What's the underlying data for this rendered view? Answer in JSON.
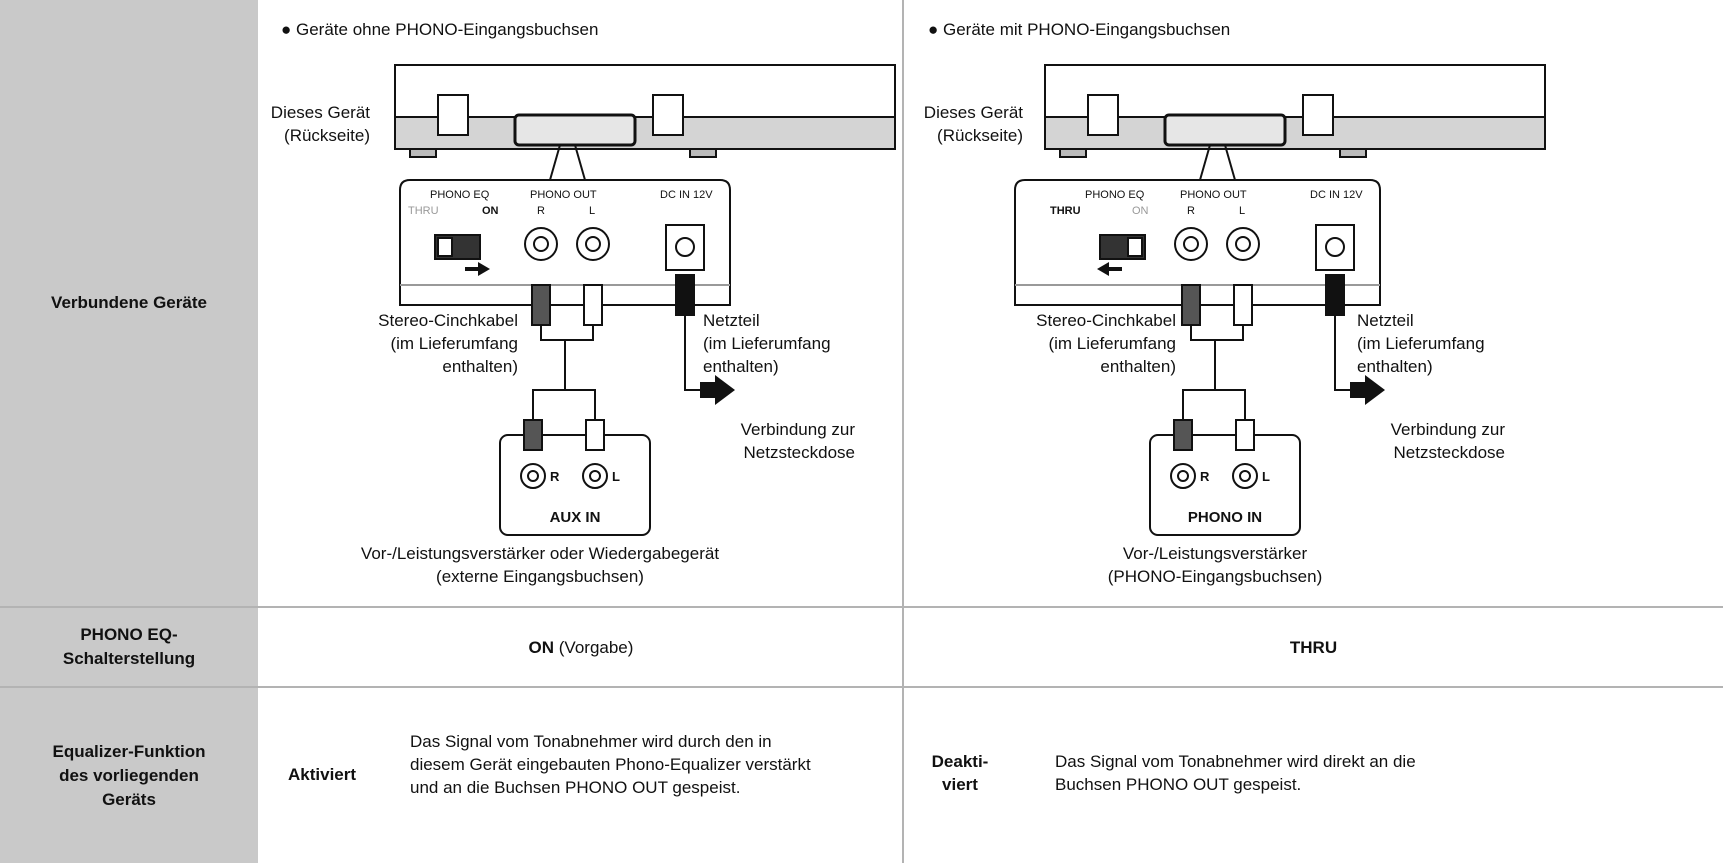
{
  "rows": {
    "connected_devices": "Verbundene Geräte",
    "switch_position": "PHONO EQ-\nSchalterstellung",
    "equalizer_function": "Equalizer-Funktion\ndes vorliegenden\nGeräts"
  },
  "left": {
    "heading": "Geräte ohne PHONO-Eingangsbuchsen",
    "this_device": "Dieses Gerät",
    "rear": "(Rückseite)",
    "panel": {
      "phono_eq": "PHONO EQ",
      "thru": "THRU",
      "on": "ON",
      "phono_out": "PHONO OUT",
      "dc_in": "DC IN 12V",
      "r": "R",
      "l": "L"
    },
    "cable": [
      "Stereo-Cinchkabel",
      "(im Lieferumfang",
      "enthalten)"
    ],
    "adapter": [
      "Netzteil",
      "(im Lieferumfang",
      "enthalten)"
    ],
    "outlet": [
      "Verbindung zur",
      "Netzsteckdose"
    ],
    "jack_label": "AUX IN",
    "jack_r": "R",
    "jack_l": "L",
    "amp": [
      "Vor-/Leistungsverstärker oder Wiedergabegerät",
      "(externe Eingangsbuchsen)"
    ],
    "switch_on": "ON",
    "switch_note": " (Vorgabe)",
    "status": "Aktiviert",
    "description": [
      "Das Signal vom Tonabnehmer wird durch den in",
      "diesem Gerät eingebauten Phono-Equalizer verstärkt",
      "und an die Buchsen PHONO OUT gespeist."
    ]
  },
  "right": {
    "heading": "Geräte mit PHONO-Eingangsbuchsen",
    "this_device": "Dieses Gerät",
    "rear": "(Rückseite)",
    "panel": {
      "phono_eq": "PHONO EQ",
      "thru": "THRU",
      "on": "ON",
      "phono_out": "PHONO OUT",
      "dc_in": "DC IN 12V",
      "r": "R",
      "l": "L"
    },
    "cable": [
      "Stereo-Cinchkabel",
      "(im Lieferumfang",
      "enthalten)"
    ],
    "adapter": [
      "Netzteil",
      "(im Lieferumfang",
      "enthalten)"
    ],
    "outlet": [
      "Verbindung zur",
      "Netzsteckdose"
    ],
    "jack_label": "PHONO IN",
    "jack_r": "R",
    "jack_l": "L",
    "amp": [
      "Vor-/Leistungsverstärker",
      "(PHONO-Eingangsbuchsen)"
    ],
    "switch_label": "THRU",
    "status": [
      "Deakti-",
      "viert"
    ],
    "description": [
      "Das Signal vom Tonabnehmer wird direkt an die",
      "Buchsen PHONO OUT gespeist."
    ]
  }
}
